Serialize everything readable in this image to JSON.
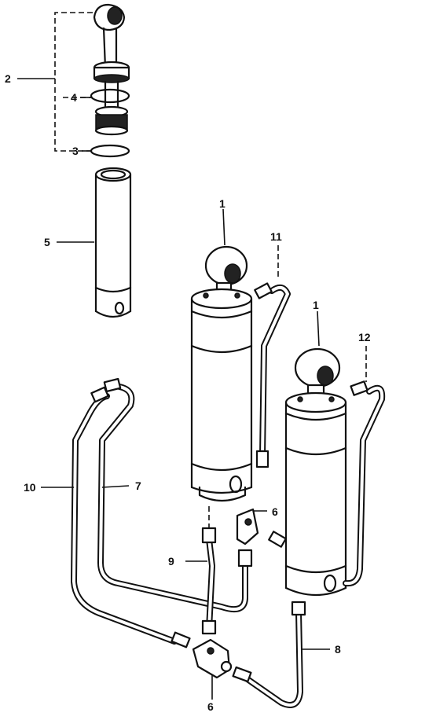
{
  "callouts": {
    "label_1a": "1",
    "label_1b": "1",
    "label_2": "2",
    "label_3": "3",
    "label_4": "4",
    "label_5": "5",
    "label_6a": "6",
    "label_6b": "6",
    "label_7": "7",
    "label_8": "8",
    "label_9": "9",
    "label_10": "10",
    "label_11": "11",
    "label_12": "12"
  }
}
